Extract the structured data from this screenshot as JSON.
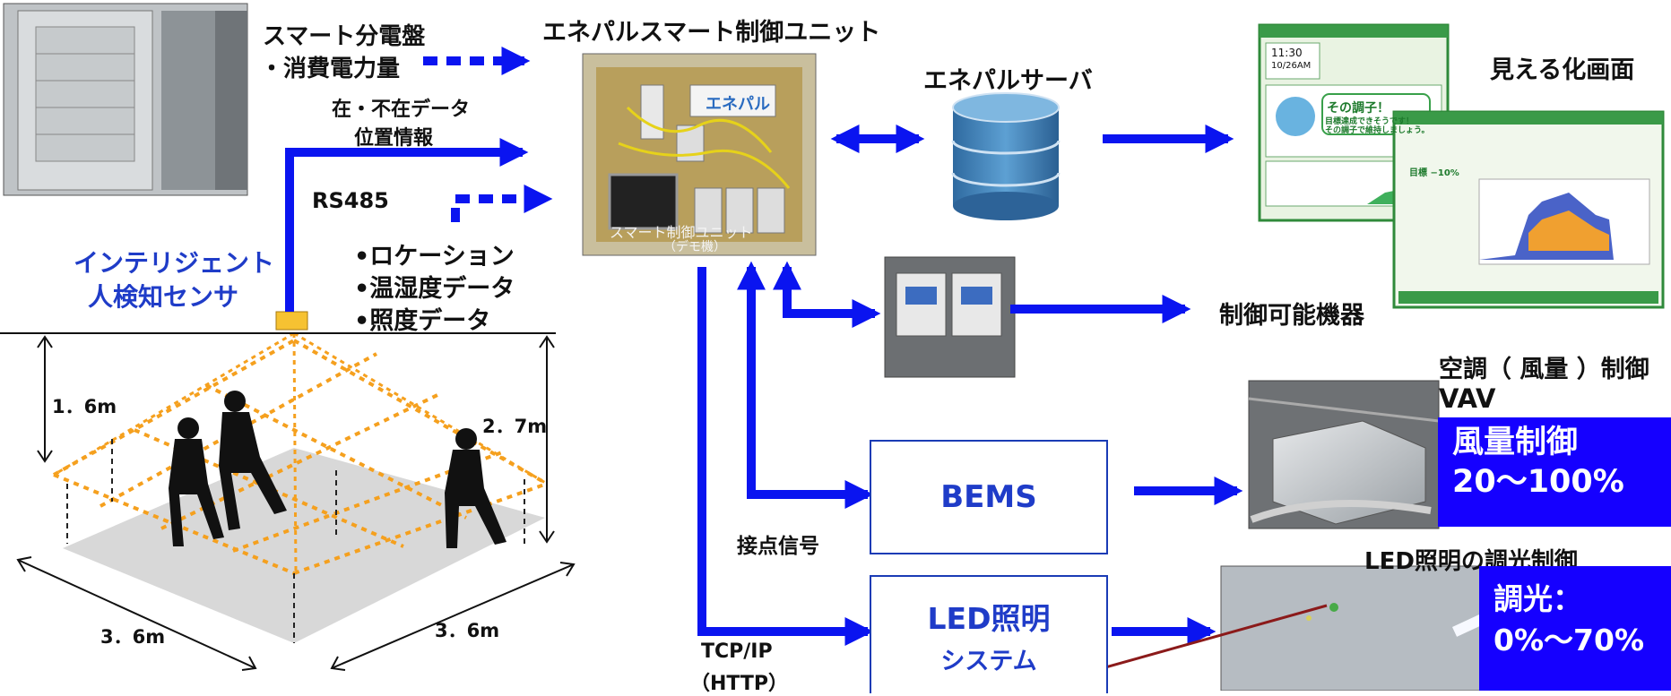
{
  "labels": {
    "smart_panel_title": "スマート分電盤",
    "smart_panel_sub": "・消費電力量",
    "presence_data": "在・不在データ",
    "position_info": "位置情報",
    "rs485": "RS485",
    "sensor_line1": "インテリジェント",
    "sensor_line2": "人検知センサ",
    "data_location": "•ロケーション",
    "data_temp": "•温湿度データ",
    "data_illum": "•照度データ",
    "unit_title": "エネパルスマート制御ユニット",
    "unit_photo_caption1": "スマート制御ユニット",
    "unit_photo_caption2": "（デモ機）",
    "unit_photo_logo": "エネパル",
    "server": "エネパルサーバ",
    "visual_screen": "見える化画面",
    "controllable": "制御可能機器",
    "contact_signal": "接点信号",
    "tcpip": "TCP/IP",
    "http": "（HTTP）",
    "bems": "BEMS",
    "led_line1": "LED照明",
    "led_line2": "システム",
    "aircon_title1": "空調（ 風量 ）制御",
    "aircon_title2": "VAV",
    "airflow_line1": "風量制御",
    "airflow_line2": "20～100%",
    "led_dim_title": "LED照明の調光制御",
    "dim_line1": "調光：",
    "dim_line2": "0%～70%",
    "dim_1_6": "1．6m",
    "dim_2_7": "2．7m",
    "dim_3_6_left": "3．6m",
    "dim_3_6_right": "3．6m"
  },
  "screen_mock": {
    "message_title": "その調子！",
    "message_body1": "目標達成できそうです！",
    "message_body2": "その調子で維持しましょう。",
    "time": "11:30",
    "date": "10/26AM",
    "badge": "目標 −10%"
  },
  "colors": {
    "arrow_blue": "#0a14f0",
    "grid_orange": "#f5a01e",
    "panel_blue": "#1500ff",
    "text_blue": "#1f3cc8"
  }
}
